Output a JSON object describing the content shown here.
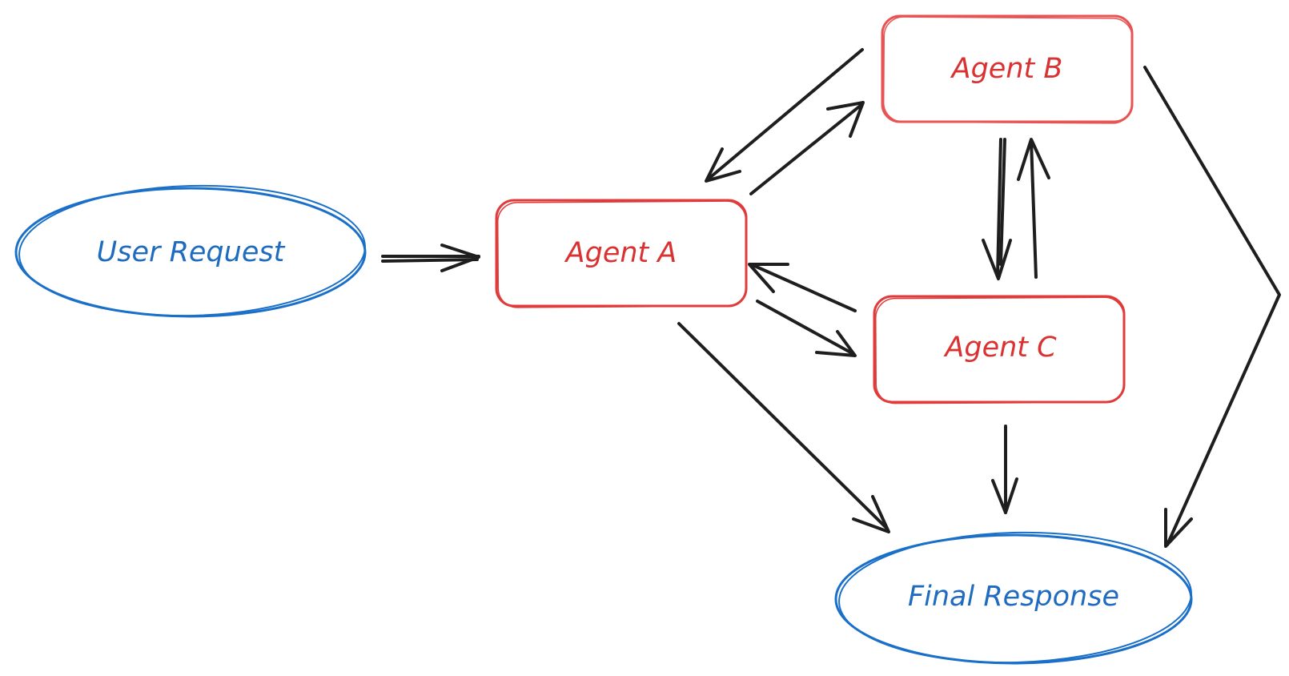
{
  "nodes": {
    "user_request": {
      "label": "User Request"
    },
    "agent_a": {
      "label": "Agent A"
    },
    "agent_b": {
      "label": "Agent B"
    },
    "agent_c": {
      "label": "Agent C"
    },
    "final_response": {
      "label": "Final Response"
    }
  },
  "edges": [
    {
      "from": "User Request",
      "to": "Agent A"
    },
    {
      "from": "Agent A",
      "to": "Agent B"
    },
    {
      "from": "Agent B",
      "to": "Agent A"
    },
    {
      "from": "Agent A",
      "to": "Agent C"
    },
    {
      "from": "Agent C",
      "to": "Agent A"
    },
    {
      "from": "Agent B",
      "to": "Agent C"
    },
    {
      "from": "Agent C",
      "to": "Agent B"
    },
    {
      "from": "Agent A",
      "to": "Final Response"
    },
    {
      "from": "Agent C",
      "to": "Final Response"
    },
    {
      "from": "Agent B",
      "to": "Final Response"
    }
  ],
  "colors": {
    "ellipse_stroke": "#1a6fc9",
    "ellipse_text": "#1f6bbf",
    "box_stroke": "#e03b3b",
    "box_text": "#d93232",
    "arrow": "#1e1e1e"
  }
}
